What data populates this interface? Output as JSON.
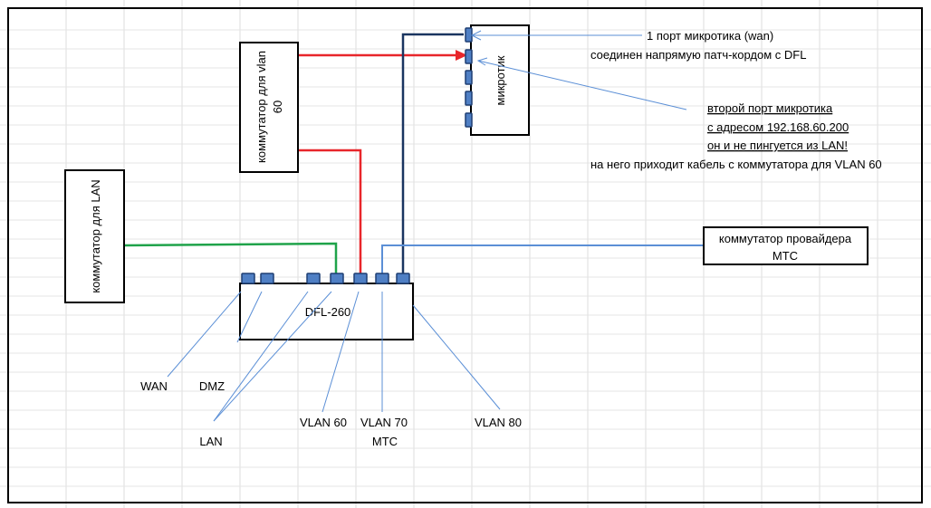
{
  "devices": {
    "lan_switch": "коммутатор для LAN",
    "vlan60_switch_line1": "коммутатор для vlan",
    "vlan60_switch_line2": "60",
    "mikrotik": "микротик",
    "provider_switch_line1": "коммутатор провайдера",
    "provider_switch_line2": "МТС",
    "dfl": "DFL-260"
  },
  "port_labels": {
    "wan": "WAN",
    "dmz": "DMZ",
    "lan": "LAN",
    "vlan60": "VLAN 60",
    "vlan70_line1": "VLAN 70",
    "vlan70_line2": "МТС",
    "vlan80": "VLAN 80"
  },
  "notes": {
    "port1_line1": "1 порт микротика  (wan)",
    "port1_line2": "соединен напрямую патч-кордом с DFL",
    "port2_line1": "второй порт микротика",
    "port2_line2": "с адресом 192.168.60.200",
    "port2_line3": "он и не пингуется из LAN!",
    "port2_line4": "на него приходит кабель с коммутатора для VLAN 60"
  },
  "colors": {
    "lan_cable": "#1fa34a",
    "vlan60_cable": "#e8262b",
    "wan_cable": "#1a3560",
    "provider_cable": "#5b8fd6",
    "callout_line": "#5b8fd6",
    "port_fill": "#4f7fc4",
    "port_stroke": "#1f3f73"
  }
}
